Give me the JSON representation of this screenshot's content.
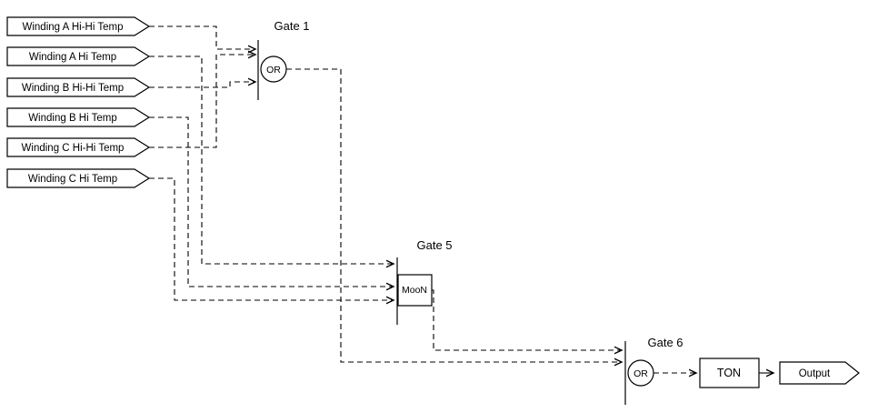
{
  "diagram": {
    "inputs": [
      {
        "label": "Winding A Hi-Hi Temp"
      },
      {
        "label": "Winding A Hi Temp"
      },
      {
        "label": "Winding B Hi-Hi Temp"
      },
      {
        "label": "Winding B Hi Temp"
      },
      {
        "label": "Winding C Hi-Hi Temp"
      },
      {
        "label": "Winding C Hi Temp"
      }
    ],
    "gate1": {
      "title": "Gate 1",
      "type": "OR"
    },
    "gate5": {
      "title": "Gate 5",
      "type": "MooN"
    },
    "gate6": {
      "title": "Gate 6",
      "type": "OR"
    },
    "timer": {
      "label": "TON"
    },
    "output": {
      "label": "Output"
    },
    "colors": {
      "line": "#000000",
      "background": "#ffffff"
    }
  }
}
